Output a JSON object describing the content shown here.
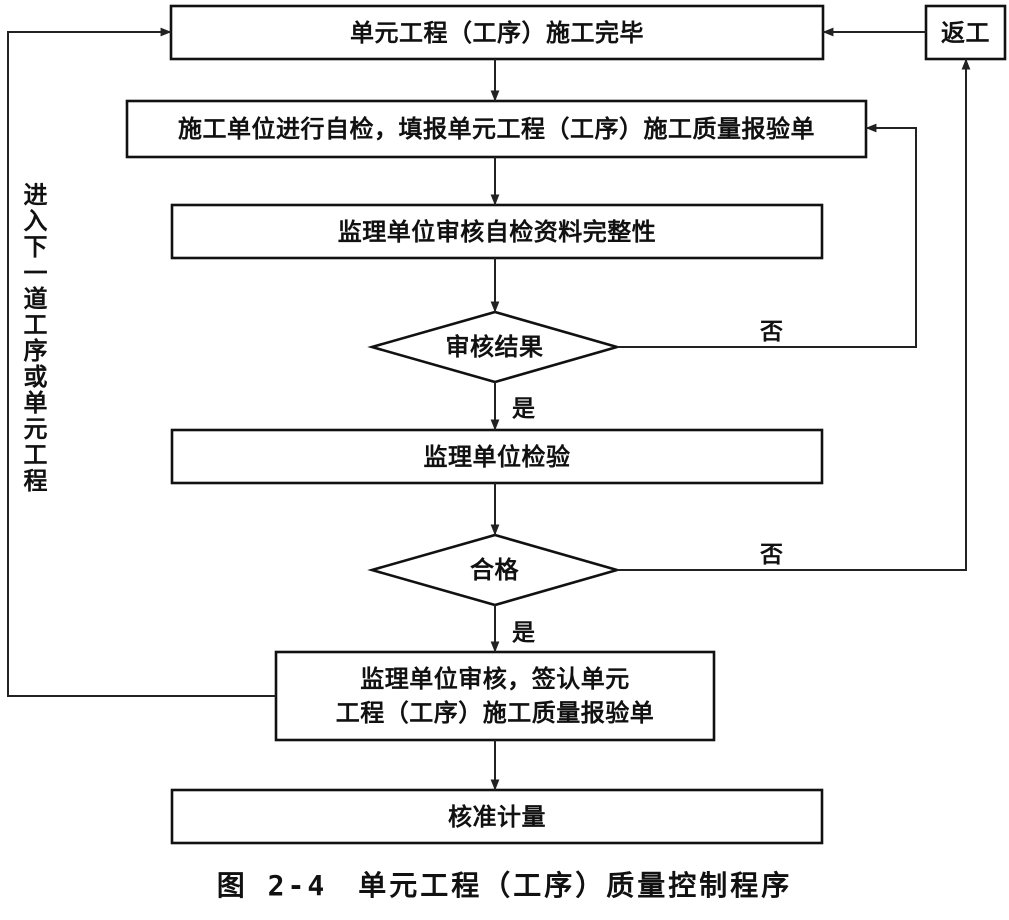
{
  "nodes": {
    "completion": "单元工程（工序）施工完毕",
    "rework": "返工",
    "self_check": "施工单位进行自检，填报单元工程（工序）施工质量报验单",
    "review_data": "监理单位审核自检资料完整性",
    "review_result": "审核结果",
    "inspection": "监理单位检验",
    "qualified": "合格",
    "sign_off": "监理单位审核，签认单元\n工程（工序）施工质量报验单",
    "approve_measure": "核准计量"
  },
  "edge_labels": {
    "no_1": "否",
    "yes_1": "是",
    "no_2": "否",
    "yes_2": "是"
  },
  "side_label": "进入下一道工序或单元工程",
  "caption": "图 2-4　单元工程（工序）质量控制程序"
}
